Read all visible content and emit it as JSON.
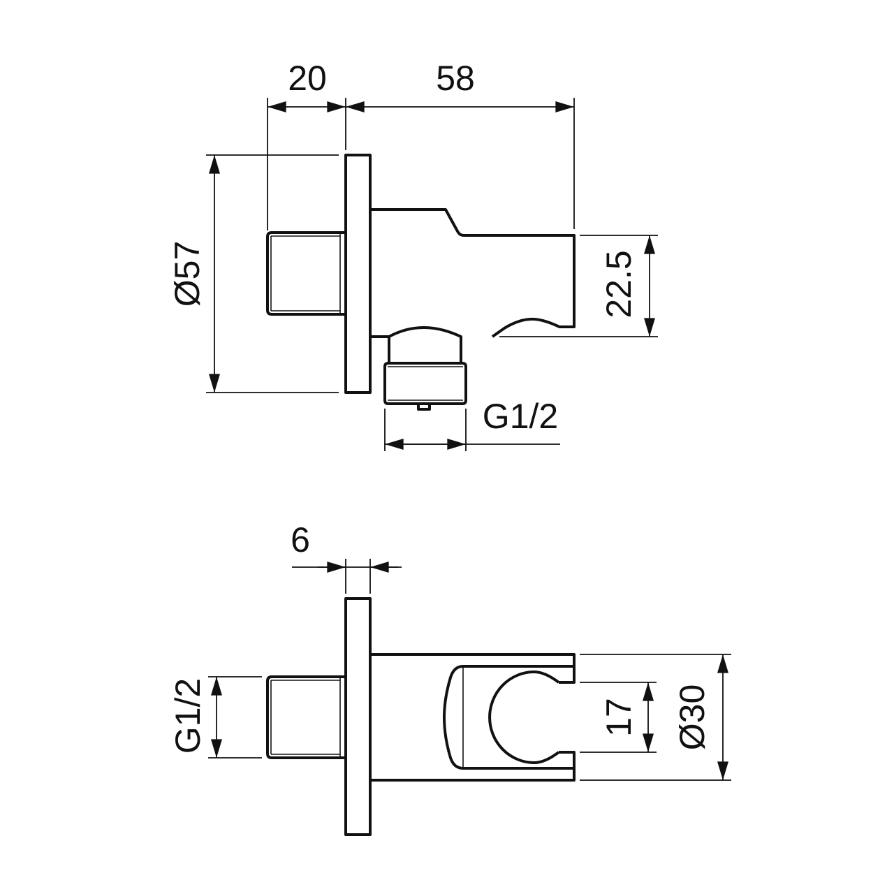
{
  "title": "Wall outlet elbow with shower holder – dimension drawing",
  "side_view": {
    "dim_nipple_length": "20",
    "dim_body_length": "58",
    "dim_flange_diameter": "Ø57",
    "dim_body_height": "22.5",
    "dim_outlet_thread": "G1/2"
  },
  "front_view": {
    "dim_flange_thickness": "6",
    "dim_inlet_thread": "G1/2",
    "dim_holder_opening": "17",
    "dim_body_diameter": "Ø30"
  },
  "colors": {
    "line": "#111111",
    "background": "#ffffff"
  }
}
